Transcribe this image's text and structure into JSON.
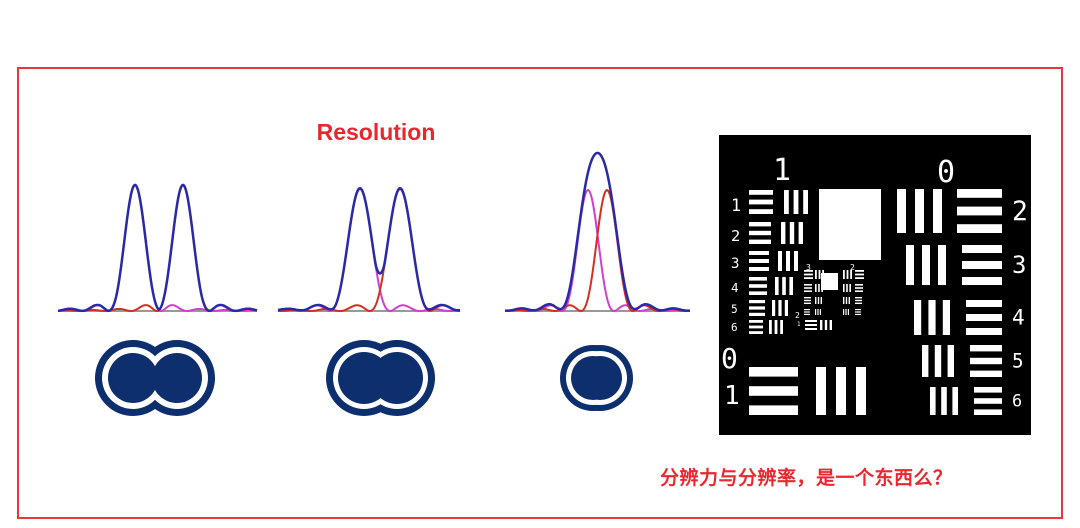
{
  "title": "Resolution",
  "caption": "分辨力与分辨率，是一个东西么？",
  "colors": {
    "frame": "#e8383d",
    "text": "#e8282e",
    "sum_curve": "#2a2aa8",
    "left_psf": "#d040d0",
    "right_psf": "#d43020",
    "spot": "#0d2f6e",
    "baseline": "#999999"
  },
  "panels": [
    {
      "state": "resolved"
    },
    {
      "state": "just-resolved"
    },
    {
      "state": "unresolved"
    }
  ],
  "target": {
    "group_labels": {
      "top_left": "1",
      "top_right": "0",
      "mid_left": "0",
      "bottom_left": "1"
    },
    "left_elements": [
      "1",
      "2",
      "3",
      "4",
      "5",
      "6"
    ],
    "right_elements": [
      "2",
      "3",
      "4",
      "5",
      "6"
    ],
    "inner_labels": [
      "3",
      "2",
      "2",
      "1"
    ]
  }
}
